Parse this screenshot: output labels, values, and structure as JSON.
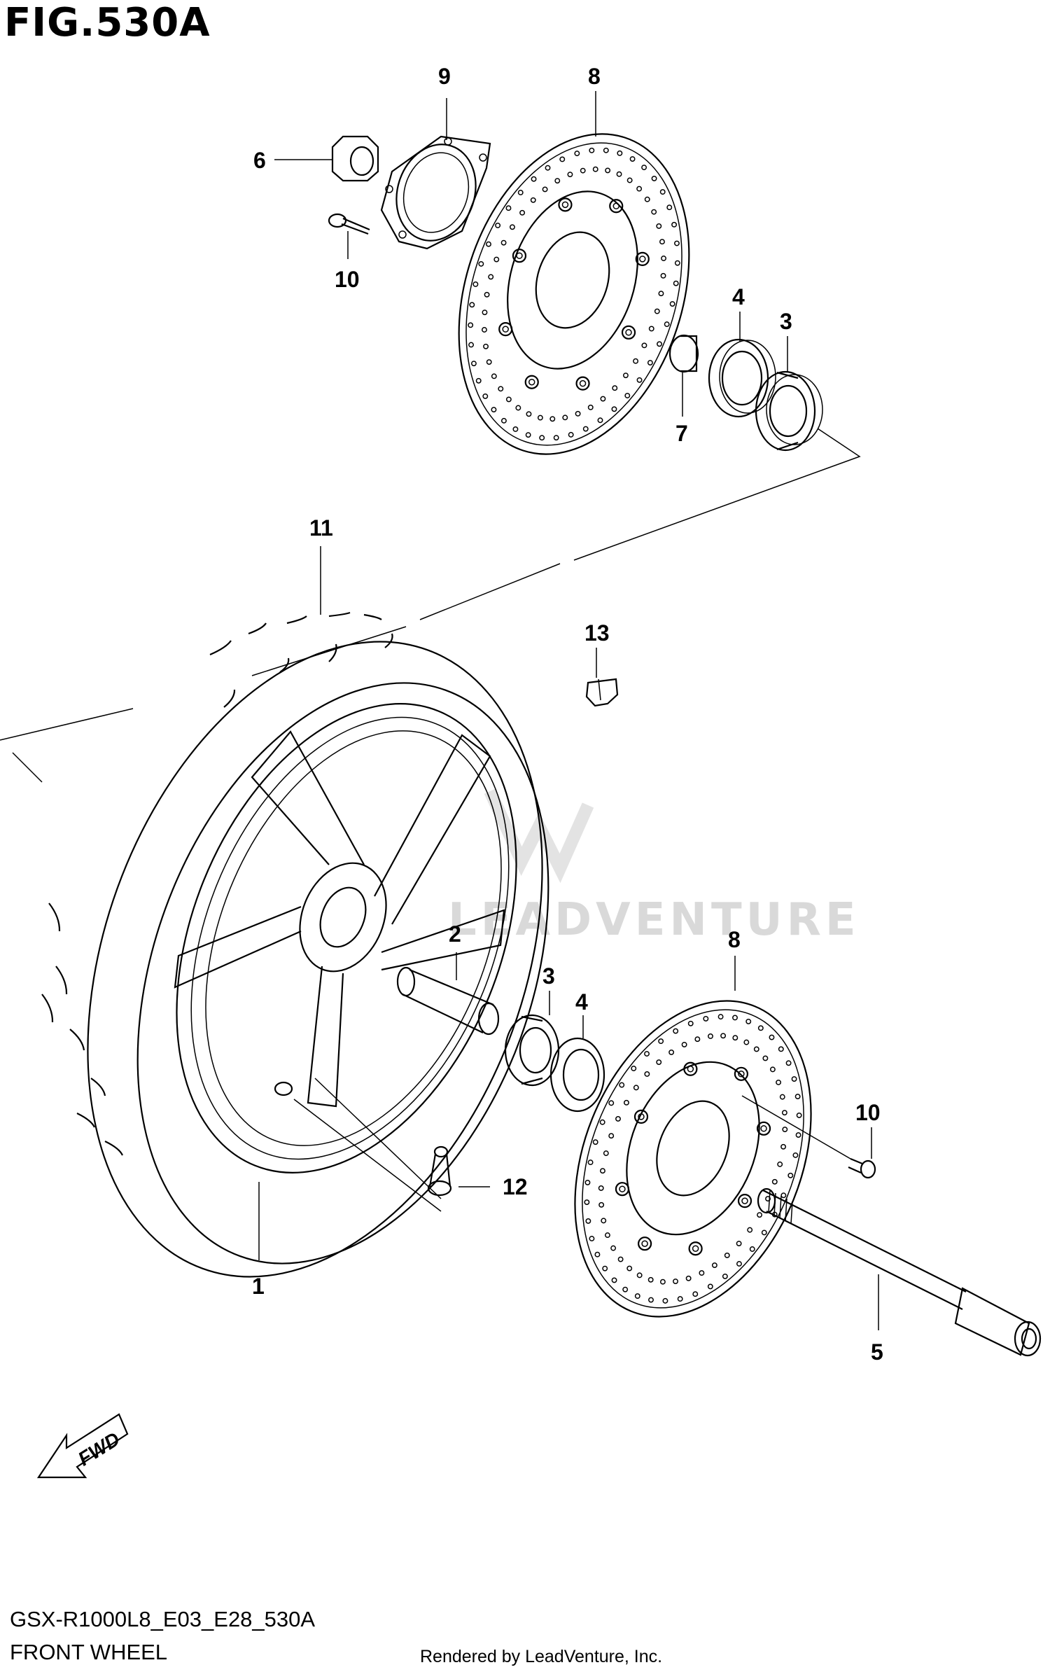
{
  "figure": {
    "title": "FIG.530A",
    "model_code": "GSX-R1000L8_E03_E28_530A",
    "section_name": "FRONT WHEEL",
    "rendered_by": "Rendered by LeadVenture, Inc.",
    "watermark": "LEADVENTURE"
  },
  "callouts": [
    "9",
    "8",
    "6",
    "10",
    "4",
    "3",
    "7",
    "11",
    "13",
    "2",
    "3",
    "4",
    "8",
    "10",
    "12",
    "1",
    "5"
  ],
  "fwd_label": "FWD",
  "parts": [
    {
      "ref": "1",
      "name": "wheel"
    },
    {
      "ref": "2",
      "name": "spacer"
    },
    {
      "ref": "3",
      "name": "bearing"
    },
    {
      "ref": "4",
      "name": "oil seal"
    },
    {
      "ref": "5",
      "name": "axle"
    },
    {
      "ref": "6",
      "name": "nut"
    },
    {
      "ref": "7",
      "name": "collar"
    },
    {
      "ref": "8",
      "name": "brake disc"
    },
    {
      "ref": "9",
      "name": "sensor ring"
    },
    {
      "ref": "10",
      "name": "bolt"
    },
    {
      "ref": "11",
      "name": "tire"
    },
    {
      "ref": "12",
      "name": "valve"
    },
    {
      "ref": "13",
      "name": "clip"
    }
  ]
}
